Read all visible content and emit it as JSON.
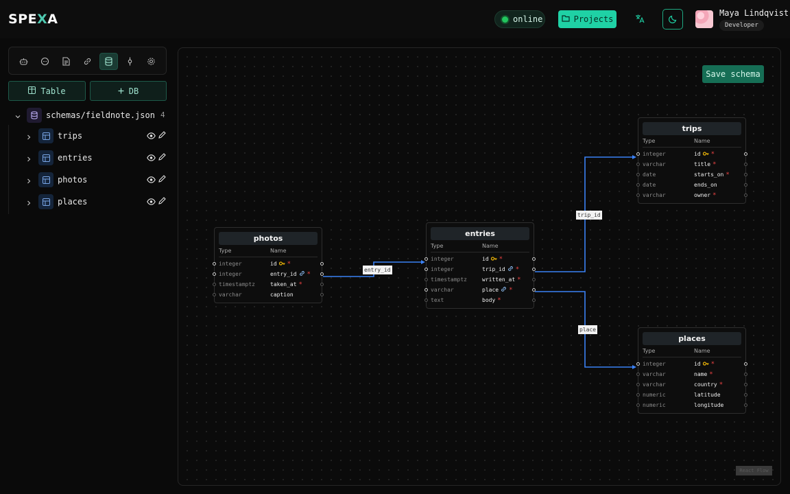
{
  "app": {
    "logo_a": "SPE",
    "logo_x": "X",
    "logo_b": "A"
  },
  "header": {
    "status": "online",
    "projects_label": "Projects",
    "user_name": "Maya Lindqvist",
    "user_role": "Developer"
  },
  "toolbar": {
    "icons": [
      "bot-icon",
      "chat-icon",
      "document-icon",
      "link-icon",
      "database-icon",
      "commit-icon",
      "gear-icon"
    ],
    "active": "database-icon"
  },
  "sidebar": {
    "add_table_label": "Table",
    "add_db_label": "DB",
    "schema_file": "schemas/fieldnote.json",
    "table_count": "4",
    "tables": [
      {
        "label": "trips"
      },
      {
        "label": "entries"
      },
      {
        "label": "photos"
      },
      {
        "label": "places"
      }
    ]
  },
  "canvas": {
    "save_label": "Save schema",
    "entities": {
      "photos": {
        "title": "photos",
        "type_header": "Type",
        "name_header": "Name",
        "rows": [
          {
            "type": "integer",
            "name": "id",
            "pk": true,
            "fk": false,
            "required": true
          },
          {
            "type": "integer",
            "name": "entry_id",
            "pk": false,
            "fk": true,
            "required": true
          },
          {
            "type": "timestamptz",
            "name": "taken_at",
            "pk": false,
            "fk": false,
            "required": true
          },
          {
            "type": "varchar",
            "name": "caption",
            "pk": false,
            "fk": false,
            "required": false
          }
        ]
      },
      "entries": {
        "title": "entries",
        "type_header": "Type",
        "name_header": "Name",
        "rows": [
          {
            "type": "integer",
            "name": "id",
            "pk": true,
            "fk": false,
            "required": true
          },
          {
            "type": "integer",
            "name": "trip_id",
            "pk": false,
            "fk": true,
            "required": true
          },
          {
            "type": "timestamptz",
            "name": "written_at",
            "pk": false,
            "fk": false,
            "required": true
          },
          {
            "type": "varchar",
            "name": "place",
            "pk": false,
            "fk": true,
            "required": true
          },
          {
            "type": "text",
            "name": "body",
            "pk": false,
            "fk": false,
            "required": true
          }
        ]
      },
      "trips": {
        "title": "trips",
        "type_header": "Type",
        "name_header": "Name",
        "rows": [
          {
            "type": "integer",
            "name": "id",
            "pk": true,
            "fk": false,
            "required": true
          },
          {
            "type": "varchar",
            "name": "title",
            "pk": false,
            "fk": false,
            "required": true
          },
          {
            "type": "date",
            "name": "starts_on",
            "pk": false,
            "fk": false,
            "required": true
          },
          {
            "type": "date",
            "name": "ends_on",
            "pk": false,
            "fk": false,
            "required": false
          },
          {
            "type": "varchar",
            "name": "owner",
            "pk": false,
            "fk": false,
            "required": true
          }
        ]
      },
      "places": {
        "title": "places",
        "type_header": "Type",
        "name_header": "Name",
        "rows": [
          {
            "type": "integer",
            "name": "id",
            "pk": true,
            "fk": false,
            "required": true
          },
          {
            "type": "varchar",
            "name": "name",
            "pk": false,
            "fk": false,
            "required": true
          },
          {
            "type": "varchar",
            "name": "country",
            "pk": false,
            "fk": false,
            "required": true
          },
          {
            "type": "numeric",
            "name": "latitude",
            "pk": false,
            "fk": false,
            "required": false
          },
          {
            "type": "numeric",
            "name": "longitude",
            "pk": false,
            "fk": false,
            "required": false
          }
        ]
      }
    },
    "edges": [
      {
        "label": "entry_id",
        "from": "photos.entry_id",
        "to": "entries.id"
      },
      {
        "label": "trip_id",
        "from": "entries.trip_id",
        "to": "trips.id"
      },
      {
        "label": "place",
        "from": "entries.place",
        "to": "places.id"
      }
    ],
    "minimap_label": "React Flow"
  },
  "colors": {
    "accent": "#1fd1a5",
    "edge": "#3b82f6",
    "required": "#ef4444",
    "pk": "#eab308"
  }
}
